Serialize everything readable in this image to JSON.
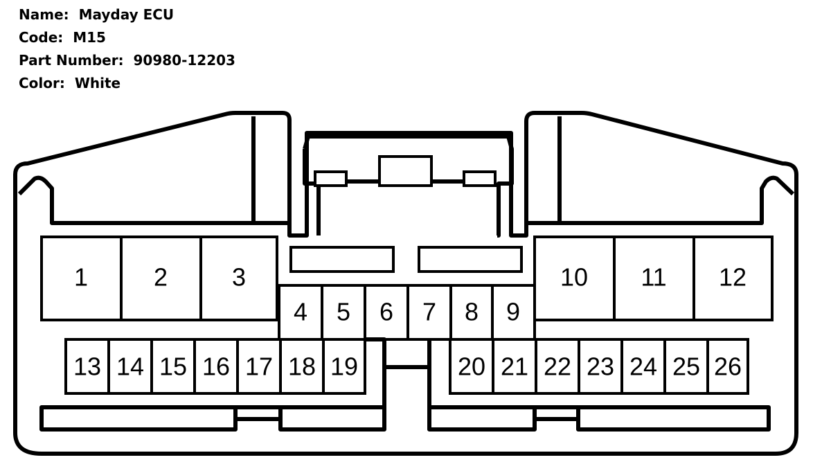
{
  "info": {
    "name_label": "Name:",
    "name_value": "Mayday ECU",
    "code_label": "Code:",
    "code_value": "M15",
    "part_label": "Part Number:",
    "part_value": "90980-12203",
    "color_label": "Color:",
    "color_value": "White"
  },
  "pins": {
    "p1": "1",
    "p2": "2",
    "p3": "3",
    "p4": "4",
    "p5": "5",
    "p6": "6",
    "p7": "7",
    "p8": "8",
    "p9": "9",
    "p10": "10",
    "p11": "11",
    "p12": "12",
    "p13": "13",
    "p14": "14",
    "p15": "15",
    "p16": "16",
    "p17": "17",
    "p18": "18",
    "p19": "19",
    "p20": "20",
    "p21": "21",
    "p22": "22",
    "p23": "23",
    "p24": "24",
    "p25": "25",
    "p26": "26"
  }
}
